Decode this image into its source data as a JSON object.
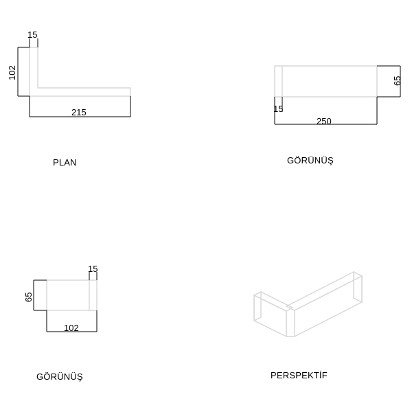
{
  "colors": {
    "line": "#000000",
    "ghost": "#d9d9d9",
    "background": "#ffffff"
  },
  "plan": {
    "caption": "PLAN",
    "dims": {
      "thickness": "15",
      "depth": "102",
      "length": "215"
    }
  },
  "front_view": {
    "caption": "GÖRÜNÜŞ",
    "dims": {
      "height": "65",
      "thickness": "15",
      "length": "250"
    }
  },
  "side_view": {
    "caption": "GÖRÜNÜŞ",
    "dims": {
      "thickness": "15",
      "height": "65",
      "length": "102"
    }
  },
  "perspective": {
    "caption": "PERSPEKTİF"
  }
}
